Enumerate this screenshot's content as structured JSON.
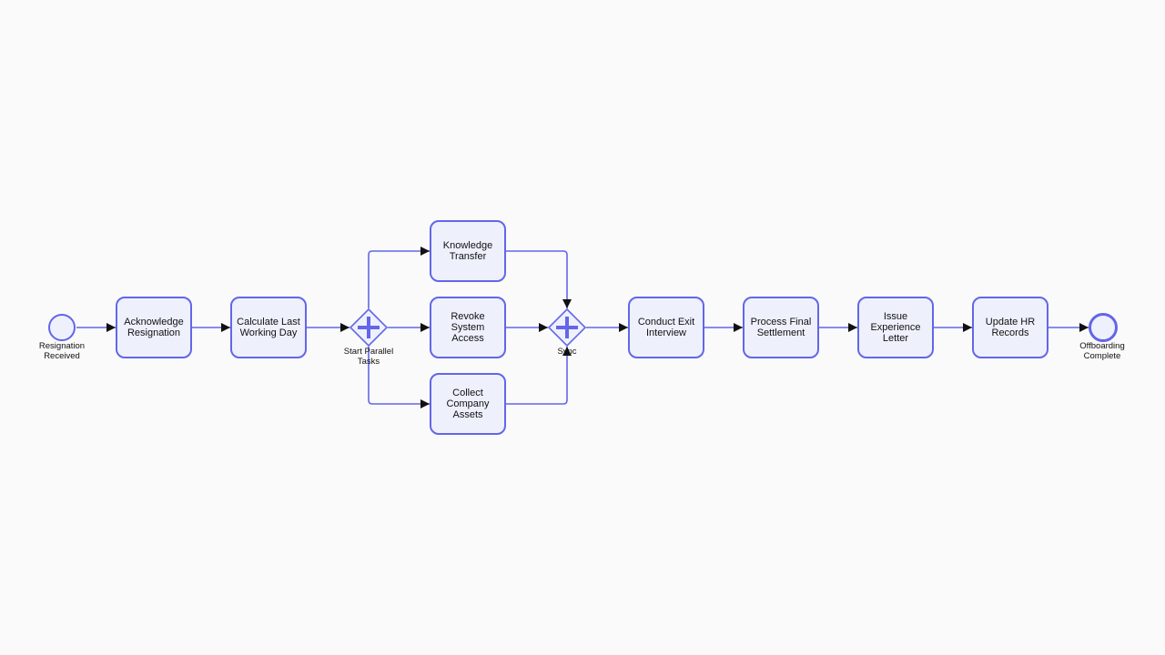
{
  "diagram": {
    "start_event": {
      "label": "Resignation\nReceived"
    },
    "end_event": {
      "label": "Offboarding\nComplete"
    },
    "tasks": {
      "acknowledge": "Acknowledge\nResignation",
      "calculate": "Calculate Last\nWorking Day",
      "knowledge": "Knowledge\nTransfer",
      "revoke": "Revoke System\nAccess",
      "collect": "Collect\nCompany\nAssets",
      "exit_interview": "Conduct Exit\nInterview",
      "settlement": "Process Final\nSettlement",
      "experience": "Issue\nExperience\nLetter",
      "hr_records": "Update HR\nRecords"
    },
    "gateways": {
      "split": "Start Parallel\nTasks",
      "join": "Sync"
    },
    "colors": {
      "stroke": "#6366e8",
      "fill": "#eef1fc",
      "arrow": "#111111"
    }
  }
}
